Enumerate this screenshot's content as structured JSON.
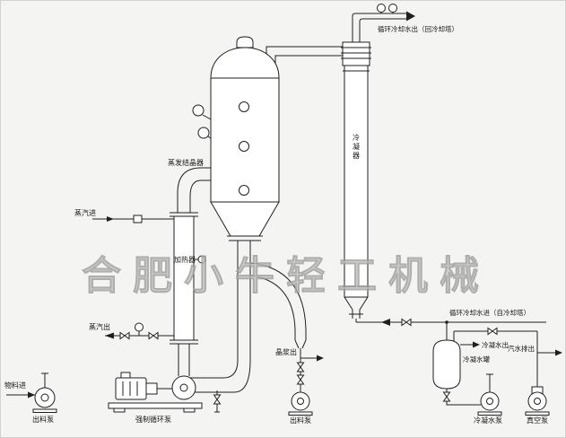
{
  "watermark": "合肥小牛轻工机械",
  "equipment": {
    "evaporator": "蒸发结晶器",
    "condenser": "冷凝器",
    "heater": "加热器",
    "condensate_tank": "冷凝水罐",
    "forced_circulation_pump": "强制循环泵",
    "discharge_pump_left": "出料泵",
    "discharge_pump_mid": "出料泵",
    "condensate_pump": "冷凝水泵",
    "vacuum_pump": "真空泵"
  },
  "streams": {
    "steam_in": "蒸汽进",
    "steam_out": "蒸汽出",
    "material_in": "物料进",
    "slurry_out": "晶浆出",
    "cooling_water_out": "循环冷却水出（回冷却塔）",
    "cooling_water_in": "循环冷却水进（自冷却塔）",
    "condensate_out": "冷凝水出",
    "steam_water_out": "汽水排出"
  },
  "colors": {
    "line": "#1f1f1f",
    "background": "#f4f4f2",
    "watermark": "#c6c6c4"
  }
}
